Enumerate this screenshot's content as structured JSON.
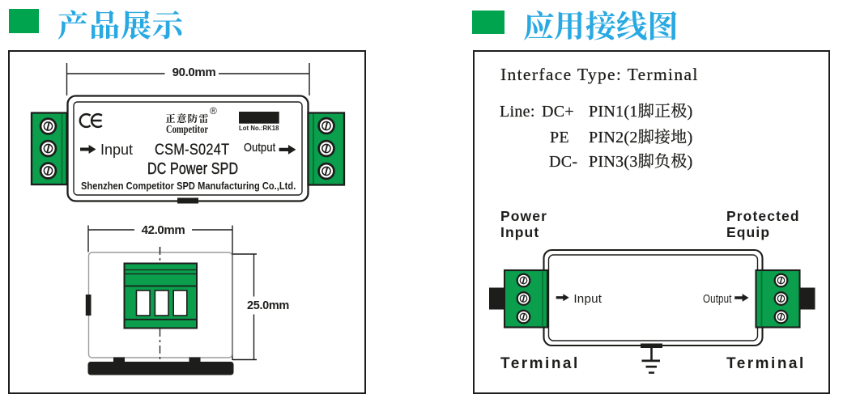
{
  "colors": {
    "accent_green": "#00a44e",
    "terminal_green": "#0a9e4d",
    "title_blue": "#29a9e2",
    "line_black": "#1d1d1b",
    "gray_outline": "#9c9c9c"
  },
  "left_section": {
    "title": "产品展示",
    "top_view": {
      "width_dim": "90.0mm",
      "ce_mark": "CE",
      "brand_cn": "正意防雷",
      "registered_mark": "®",
      "brand_en": "Competitor",
      "lot_no": "Lot No.:RK18",
      "input_label": "Input",
      "model": "CSM-S024T",
      "output_label": "Output",
      "product_name": "DC Power SPD",
      "manufacturer": "Shenzhen Competitor SPD Manufacturing Co.,Ltd."
    },
    "end_view": {
      "width_dim": "42.0mm",
      "height_dim": "25.0mm"
    }
  },
  "right_section": {
    "title": "应用接线图",
    "interface_type": "Interface Type: Terminal",
    "pin_lines": [
      {
        "prefix": "Line:",
        "signal": "DC+",
        "pin": "PIN1(1脚正极)"
      },
      {
        "prefix": "",
        "signal": "PE",
        "pin": "PIN2(2脚接地)"
      },
      {
        "prefix": "",
        "signal": "DC-",
        "pin": "PIN3(3脚负极)"
      }
    ],
    "wiring": {
      "power_label": [
        "Power",
        "Input"
      ],
      "equip_label": [
        "Protected",
        "Equip"
      ],
      "input_label": "Input",
      "output_label": "Output",
      "terminal_left": "Terminal",
      "terminal_right": "Terminal"
    }
  }
}
